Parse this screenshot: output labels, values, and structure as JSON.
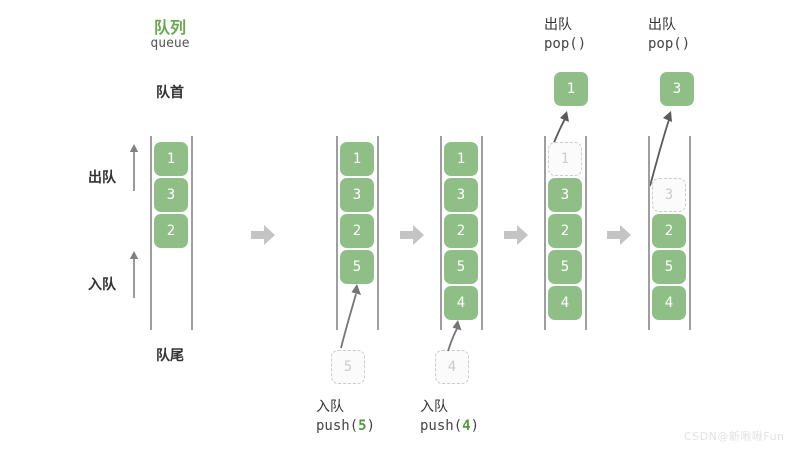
{
  "diagram": {
    "title_cn": "队列",
    "title_en": "queue",
    "front_label": "队首",
    "rear_label": "队尾",
    "dequeue_label": "出队",
    "enqueue_label": "入队",
    "accent_color": "#6aa84f",
    "cell_color": "#8fbf86",
    "ghost_color": "#cccccc",
    "arrow_color": "#c4c4c4",
    "watermark": "CSDN@新啾啾Fun"
  },
  "stages": [
    {
      "name": "initial",
      "cells": [
        "1",
        "3",
        "2"
      ],
      "ghost": null,
      "popped": null,
      "header_cn": null,
      "header_code": null,
      "footer_cn": null,
      "footer_code_prefix": null,
      "footer_code_arg": null,
      "footer_code_suffix": null
    },
    {
      "name": "push-5",
      "cells": [
        "1",
        "3",
        "2",
        "5"
      ],
      "ghost": "5",
      "popped": null,
      "header_cn": null,
      "header_code": null,
      "footer_cn": "入队",
      "footer_code_prefix": "push(",
      "footer_code_arg": "5",
      "footer_code_suffix": ")"
    },
    {
      "name": "push-4",
      "cells": [
        "1",
        "3",
        "2",
        "5",
        "4"
      ],
      "ghost": "4",
      "popped": null,
      "header_cn": null,
      "header_code": null,
      "footer_cn": "入队",
      "footer_code_prefix": "push(",
      "footer_code_arg": "4",
      "footer_code_suffix": ")"
    },
    {
      "name": "pop-1",
      "cells": [
        "3",
        "2",
        "5",
        "4"
      ],
      "ghost": "1",
      "popped": "1",
      "header_cn": "出队",
      "header_code": "pop()",
      "footer_cn": null,
      "footer_code_prefix": null,
      "footer_code_arg": null,
      "footer_code_suffix": null
    },
    {
      "name": "pop-3",
      "cells": [
        "2",
        "5",
        "4"
      ],
      "ghost": "3",
      "popped": "3",
      "header_cn": "出队",
      "header_code": "pop()",
      "footer_cn": null,
      "footer_code_prefix": null,
      "footer_code_arg": null,
      "footer_code_suffix": null
    }
  ]
}
